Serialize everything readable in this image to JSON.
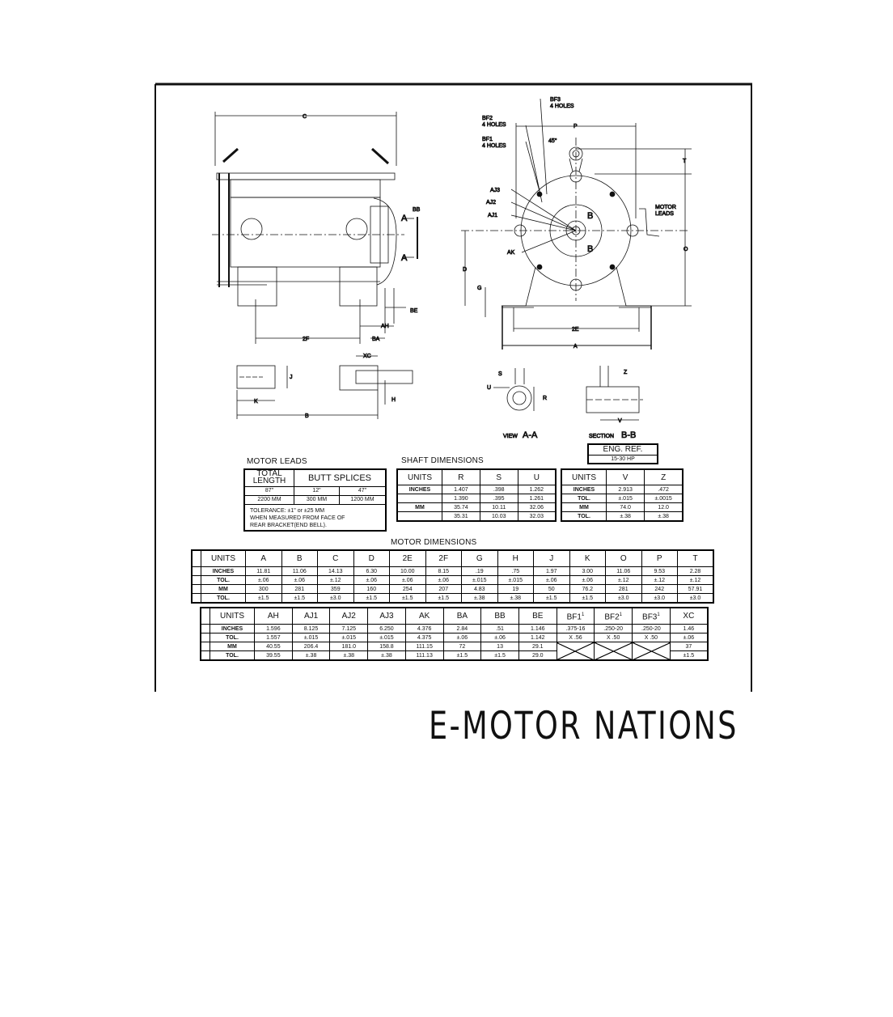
{
  "drawing": {
    "labels": {
      "C": "C",
      "BB": "BB",
      "A_top": "A",
      "A_bottom": "A",
      "BE": "BE",
      "AH": "AH",
      "BA": "BA",
      "2F": "2F",
      "XC": "XC",
      "J": "J",
      "K": "K",
      "B": "B",
      "H": "H",
      "BF3": "BF3",
      "BF3_holes": "4 HOLES",
      "BF2": "BF2",
      "BF2_holes": "4 HOLES",
      "BF1": "BF1",
      "BF1_holes": "4 HOLES",
      "angle": "45°",
      "P": "P",
      "T": "T",
      "AJ3": "AJ3",
      "AJ2": "AJ2",
      "AJ1": "AJ1",
      "AK": "AK",
      "motor_leads_1": "MOTOR",
      "motor_leads_2": "LEADS",
      "B_top": "B",
      "B_bottom": "B",
      "O": "O",
      "D": "D",
      "G": "G",
      "2E": "2E",
      "A": "A",
      "S": "S",
      "U": "U",
      "R": "R",
      "Z": "Z",
      "V": "V",
      "view_prefix": "VIEW",
      "view_name": "A-A",
      "section_prefix": "SECTION",
      "section_name": "B-B"
    }
  },
  "motor_leads": {
    "title": "MOTOR LEADS",
    "total_length": "TOTAL LENGTH",
    "butt_splices": "BUTT SPLICES",
    "inches": [
      "87\"",
      "12\"",
      "47\""
    ],
    "mm": [
      "2200 MM",
      "300 MM",
      "1200 MM"
    ],
    "tolerance_1": "TOLERANCE:  ±1\" or  ±25 MM",
    "tolerance_2": "WHEN MEASURED FROM FACE OF",
    "tolerance_3": "REAR BRACKET(END BELL)."
  },
  "shaft_dimensions": {
    "title": "SHAFT DIMENSIONS",
    "headers": [
      "UNITS",
      "R",
      "S",
      "U"
    ],
    "rows": [
      [
        "INCHES",
        "1.407",
        ".398",
        "1.262"
      ],
      [
        "",
        "1.390",
        ".395",
        "1.261"
      ],
      [
        "MM",
        "35.74",
        "10.11",
        "32.06"
      ],
      [
        "",
        "35.31",
        "10.03",
        "32.03"
      ]
    ]
  },
  "vz_table": {
    "headers": [
      "UNITS",
      "V",
      "Z"
    ],
    "rows": [
      [
        "INCHES",
        "2.913",
        ".472"
      ],
      [
        "TOL.",
        "±.015",
        "±.0015"
      ],
      [
        "MM",
        "74.0",
        "12.0"
      ],
      [
        "TOL.",
        "±.38",
        "±.38"
      ]
    ]
  },
  "eng_ref": {
    "title": "ENG. REF.",
    "value": "15-30 HP"
  },
  "motor_dimensions": {
    "title": "MOTOR DIMENSIONS",
    "table1": {
      "headers": [
        "UNITS",
        "A",
        "B",
        "C",
        "D",
        "2E",
        "2F",
        "G",
        "H",
        "J",
        "K",
        "O",
        "P",
        "T"
      ],
      "rows": [
        [
          "INCHES",
          "11.81",
          "11.06",
          "14.13",
          "6.30",
          "10.00",
          "8.15",
          ".19",
          ".75",
          "1.97",
          "3.00",
          "11.06",
          "9.53",
          "2.28"
        ],
        [
          "TOL.",
          "±.06",
          "±.06",
          "±.12",
          "±.06",
          "±.06",
          "±.06",
          "±.015",
          "±.015",
          "±.06",
          "±.06",
          "±.12",
          "±.12",
          "±.12"
        ],
        [
          "MM",
          "300",
          "281",
          "359",
          "160",
          "254",
          "207",
          "4.83",
          "19",
          "50",
          "76.2",
          "281",
          "242",
          "57.91"
        ],
        [
          "TOL.",
          "±1.5",
          "±1.5",
          "±3.0",
          "±1.5",
          "±1.5",
          "±1.5",
          "±.38",
          "±.38",
          "±1.5",
          "±1.5",
          "±3.0",
          "±3.0",
          "±3.0"
        ]
      ]
    },
    "table2": {
      "headers": [
        "UNITS",
        "AH",
        "AJ1",
        "AJ2",
        "AJ3",
        "AK",
        "BA",
        "BB",
        "BE",
        "BF1",
        "BF2",
        "BF3",
        "XC"
      ],
      "footnote_mark": "1",
      "rows": [
        [
          "INCHES",
          "1.596",
          "8.125",
          "7.125",
          "6.250",
          "4.376",
          "2.84",
          ".51",
          "1.146",
          ".375-16",
          ".250-20",
          ".250-20",
          "1.46"
        ],
        [
          "TOL.",
          "1.557",
          "±.015",
          "±.015",
          "±.015",
          "4.375",
          "±.06",
          "±.06",
          "1.142",
          "X .56",
          "X .50",
          "X .50",
          "±.06"
        ],
        [
          "MM",
          "40.55",
          "206.4",
          "181.0",
          "158.8",
          "111.15",
          "72",
          "13",
          "29.1",
          "",
          "",
          "",
          "37"
        ],
        [
          "TOL.",
          "39.55",
          "±.38",
          "±.38",
          "±.38",
          "111.13",
          "±1.5",
          "±1.5",
          "29.0",
          "",
          "",
          "",
          "±1.5"
        ]
      ]
    }
  },
  "logo": {
    "text": "E-MOTOR NATIONS"
  }
}
